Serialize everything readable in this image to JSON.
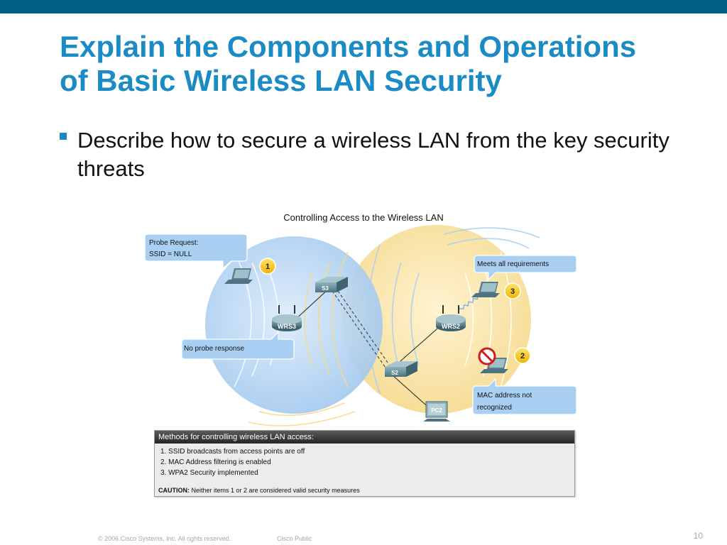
{
  "slide": {
    "title_line1": "Explain the Components and Operations",
    "title_line2": "of Basic Wireless LAN Security",
    "bullet": "Describe how to secure a wireless LAN from the key security threats",
    "footer_copyright": "© 2006 Cisco Systems, Inc. All rights reserved.",
    "footer_classification": "Cisco Public",
    "page_number": "10",
    "colors": {
      "top_bar": "#005f86",
      "title": "#1b8bc6",
      "left_zone": "#b9d6f2",
      "right_zone": "#f7de9c",
      "callout": "#a9cff3",
      "step_badge": "#ffcc00"
    }
  },
  "figure": {
    "title": "Controlling Access to the Wireless LAN",
    "callouts": {
      "probe_request_line1": "Probe Request:",
      "probe_request_line2": "SSID = NULL",
      "no_probe_response": "No probe response",
      "meets_requirements": "Meets all requirements",
      "mac_not_recognized_line1": "MAC address not",
      "mac_not_recognized_line2": "recognized"
    },
    "devices": {
      "router_left": "WRS3",
      "router_right": "WRS2",
      "switch_left": "S3",
      "switch_center": "S2",
      "pc": "PC2"
    },
    "steps": [
      "1",
      "2",
      "3"
    ],
    "icons": [
      "laptop-icon",
      "router-icon",
      "switch-icon",
      "pc-icon",
      "prohibited-icon"
    ]
  },
  "methods": {
    "header": "Methods for controlling wireless LAN access:",
    "items": [
      "1. SSID broadcasts from access points are off",
      "2. MAC Address filtering is enabled",
      "3. WPA2 Security implemented"
    ],
    "caution_label": "CAUTION:",
    "caution_text": " Neither items 1 or 2 are considered valid security measures"
  }
}
